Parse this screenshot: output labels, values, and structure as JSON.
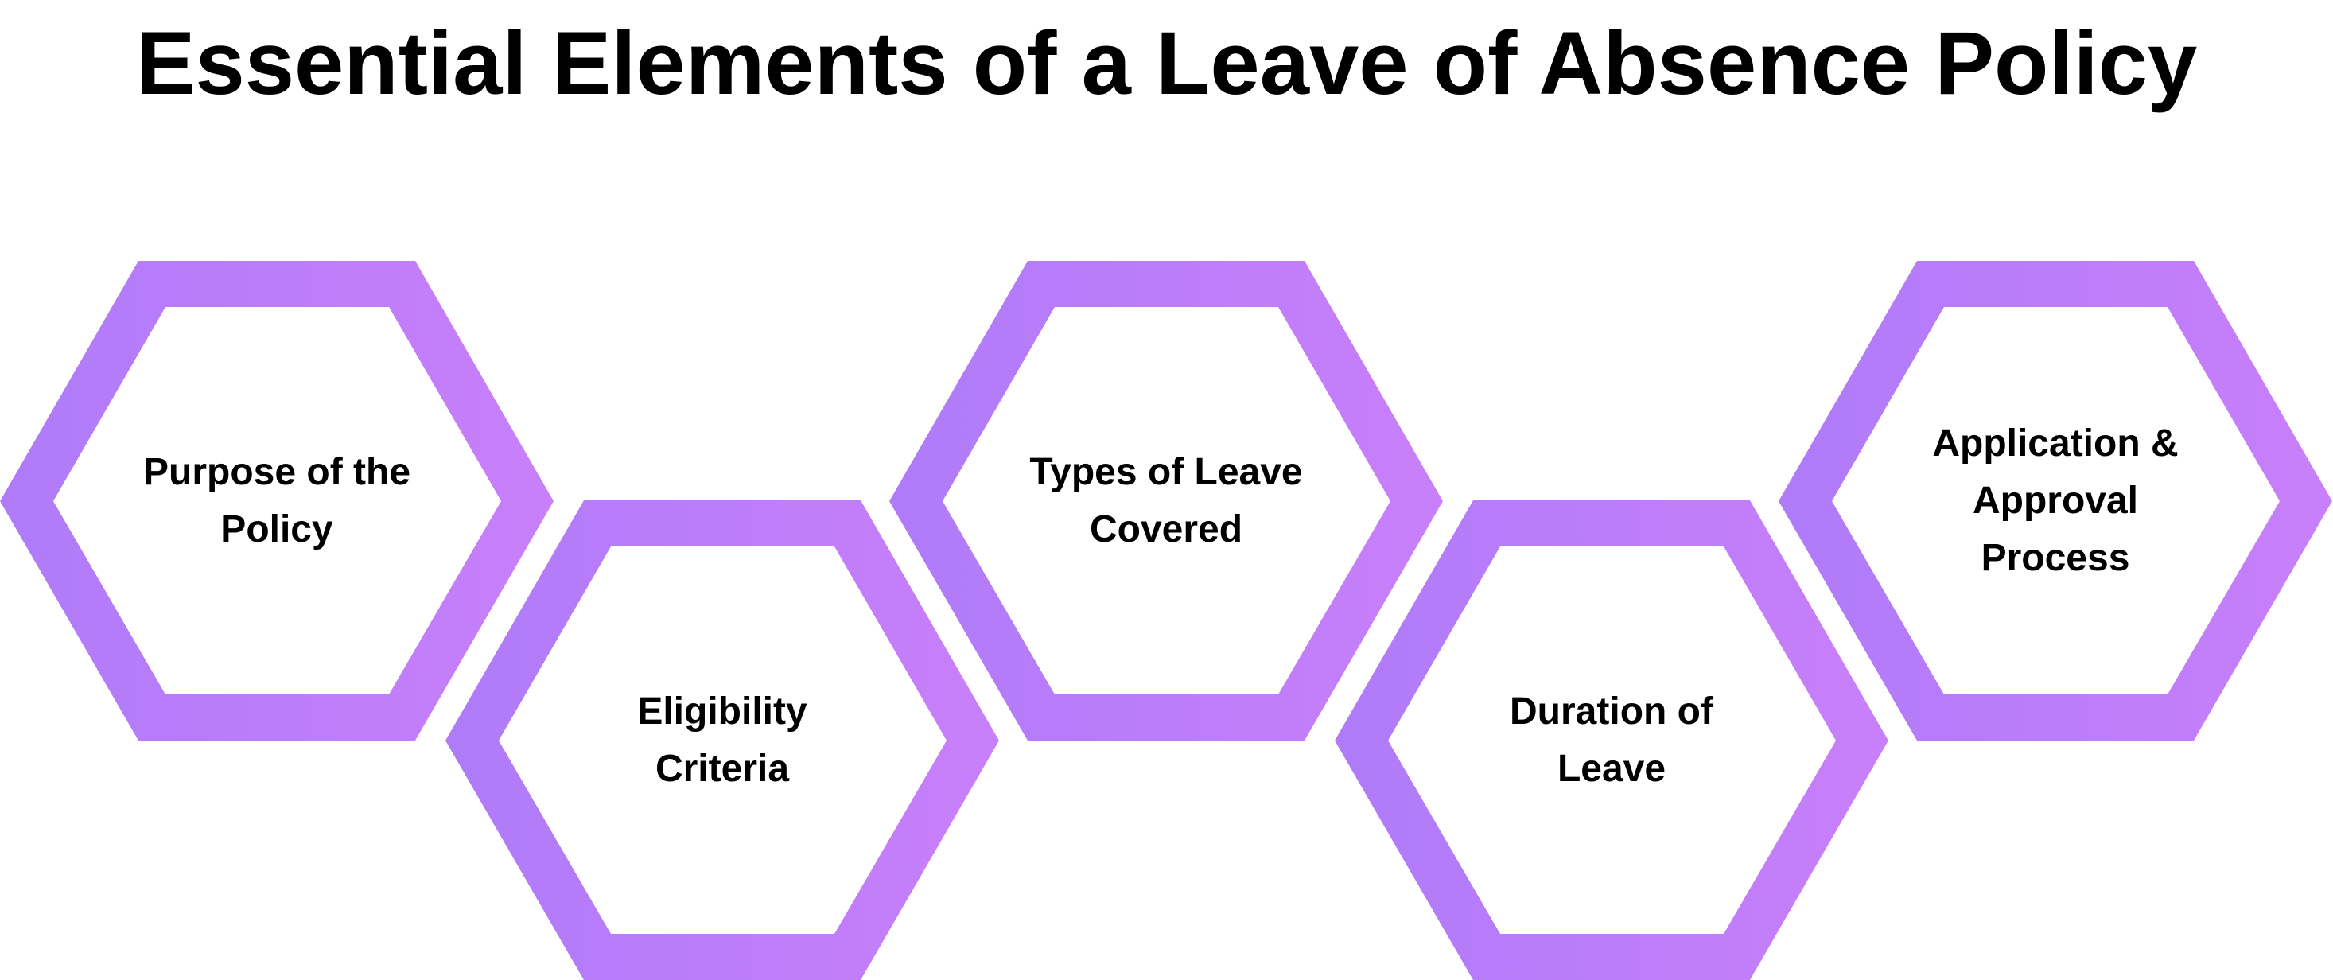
{
  "title": "Essential Elements of a Leave of Absence Policy",
  "colors": {
    "gradient_start": "#AF7BF9",
    "gradient_end": "#C97FFA",
    "text": "#000000",
    "background": "#FFFFFF"
  },
  "elements": [
    {
      "label": "Purpose of the\nPolicy",
      "position": "top"
    },
    {
      "label": "Eligibility\nCriteria",
      "position": "bottom"
    },
    {
      "label": "Types of Leave\nCovered",
      "position": "top"
    },
    {
      "label": "Duration of\nLeave",
      "position": "bottom"
    },
    {
      "label": "Application &\nApproval\nProcess",
      "position": "top"
    }
  ]
}
